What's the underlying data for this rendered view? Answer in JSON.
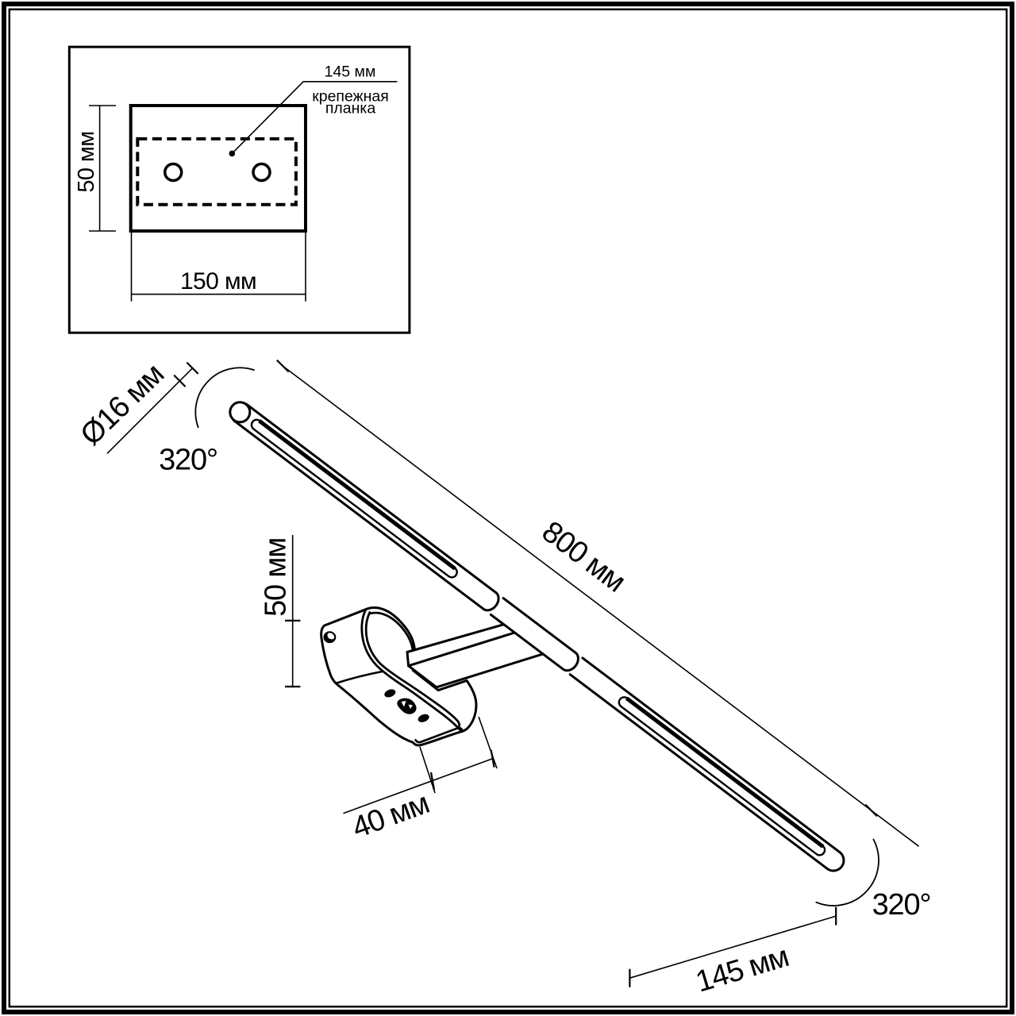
{
  "diagram": {
    "type": "technical-dimension-drawing",
    "subject": "wall-mounted picture light fixture",
    "colors": {
      "ink": "#000000",
      "background": "#ffffff"
    },
    "inset": {
      "leader_value": "145 мм",
      "leader_caption_line1": "крепежная",
      "leader_caption_line2": "планка",
      "height_label": "50 мм",
      "width_label": "150 мм"
    },
    "main": {
      "diameter_label": "Ø16 мм",
      "rotation_left_label": "320°",
      "length_label": "800 мм",
      "bracket_height_label": "50 мм",
      "bracket_depth_label": "40 мм",
      "tail_length_label": "145 мм",
      "rotation_right_label": "320°"
    }
  }
}
